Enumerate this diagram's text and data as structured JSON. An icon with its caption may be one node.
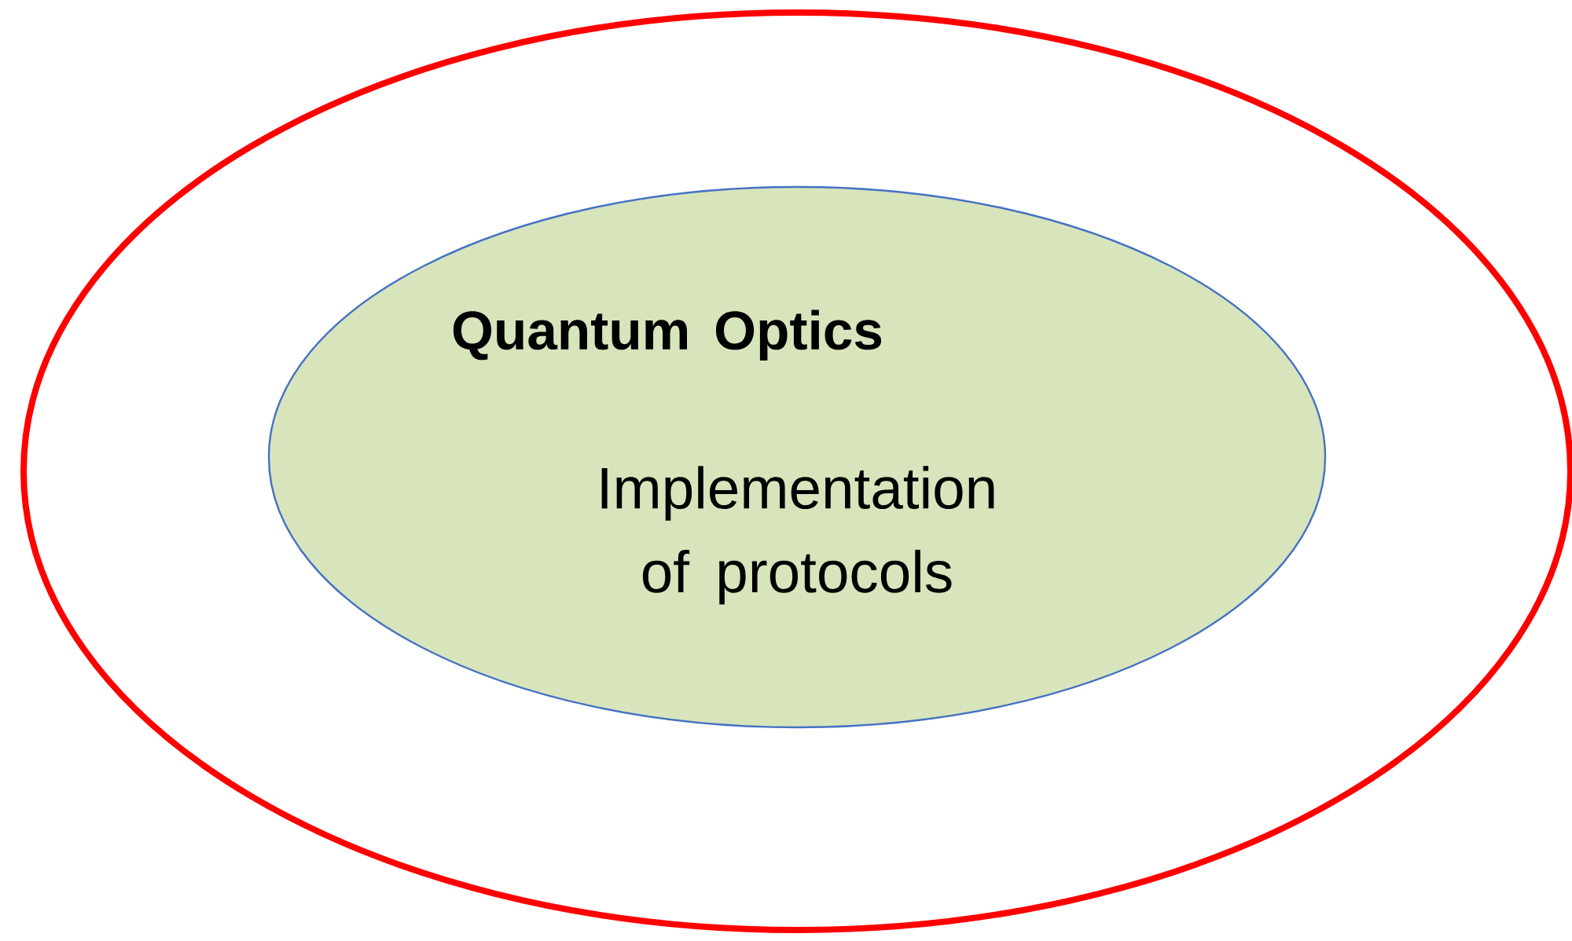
{
  "diagram": {
    "nodes": [
      {
        "text": [],
        "shape": "ellipse"
      },
      {
        "text": [
          "Quantum Optics",
          "Implementation of protocols"
        ],
        "in": 0
      }
    ]
  }
}
